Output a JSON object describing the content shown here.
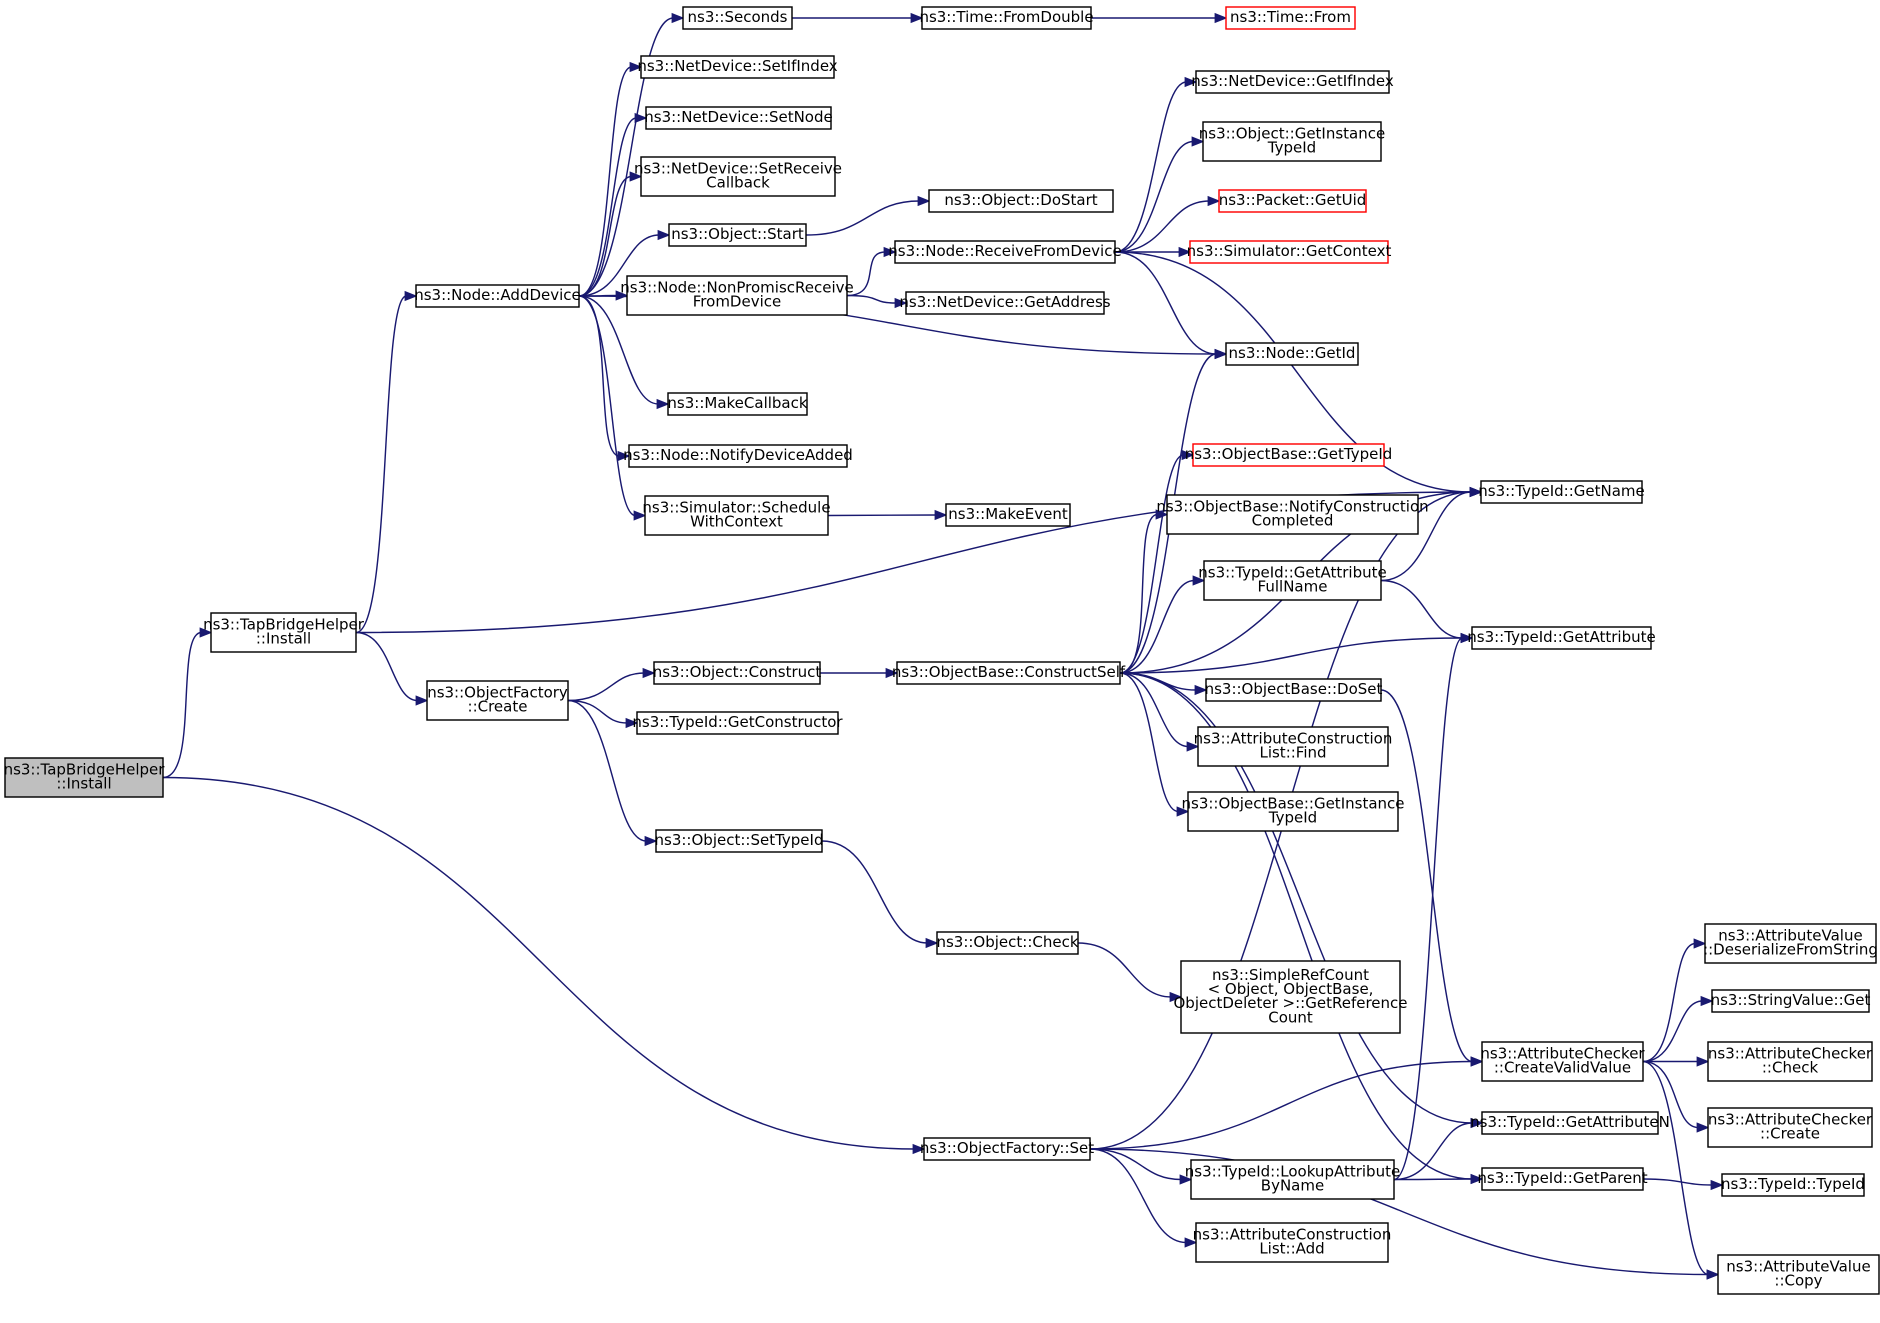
{
  "colors": {
    "edge": "#191970",
    "node_border": "#000000",
    "node_fill": "#ffffff",
    "root_fill": "#bfbfbf",
    "truncated_border": "#ff0000"
  },
  "nodes": [
    {
      "id": "n0",
      "lines": [
        "ns3::TapBridgeHelper",
        "::Install"
      ],
      "style": "root"
    },
    {
      "id": "n1",
      "lines": [
        "ns3::TapBridgeHelper",
        "::Install"
      ]
    },
    {
      "id": "n2",
      "lines": [
        "ns3::Node::AddDevice"
      ]
    },
    {
      "id": "n3",
      "lines": [
        "ns3::Seconds"
      ]
    },
    {
      "id": "n4",
      "lines": [
        "ns3::Time::FromDouble"
      ]
    },
    {
      "id": "n5",
      "lines": [
        "ns3::Time::From"
      ],
      "style": "truncated"
    },
    {
      "id": "n6",
      "lines": [
        "ns3::NetDevice::SetIfIndex"
      ]
    },
    {
      "id": "n7",
      "lines": [
        "ns3::NetDevice::SetNode"
      ]
    },
    {
      "id": "n8",
      "lines": [
        "ns3::NetDevice::SetReceive",
        "Callback"
      ]
    },
    {
      "id": "n9",
      "lines": [
        "ns3::Object::Start"
      ]
    },
    {
      "id": "n10",
      "lines": [
        "ns3::Object::DoStart"
      ]
    },
    {
      "id": "n11",
      "lines": [
        "ns3::Node::NonPromiscReceive",
        "FromDevice"
      ]
    },
    {
      "id": "n12",
      "lines": [
        "ns3::Node::ReceiveFromDevice"
      ]
    },
    {
      "id": "n13",
      "lines": [
        "ns3::NetDevice::GetIfIndex"
      ]
    },
    {
      "id": "n14",
      "lines": [
        "ns3::Object::GetInstance",
        "TypeId"
      ]
    },
    {
      "id": "n15",
      "lines": [
        "ns3::Packet::GetUid"
      ],
      "style": "truncated"
    },
    {
      "id": "n16",
      "lines": [
        "ns3::Simulator::GetContext"
      ],
      "style": "truncated"
    },
    {
      "id": "n17",
      "lines": [
        "ns3::NetDevice::GetAddress"
      ]
    },
    {
      "id": "n18",
      "lines": [
        "ns3::Node::GetId"
      ]
    },
    {
      "id": "n19",
      "lines": [
        "ns3::MakeCallback"
      ]
    },
    {
      "id": "n20",
      "lines": [
        "ns3::Node::NotifyDeviceAdded"
      ]
    },
    {
      "id": "n21",
      "lines": [
        "ns3::Simulator::Schedule",
        "WithContext"
      ]
    },
    {
      "id": "n22",
      "lines": [
        "ns3::MakeEvent"
      ]
    },
    {
      "id": "n23",
      "lines": [
        "ns3::ObjectBase::GetTypeId"
      ],
      "style": "truncated"
    },
    {
      "id": "n24",
      "lines": [
        "ns3::TypeId::GetName"
      ]
    },
    {
      "id": "n25",
      "lines": [
        "ns3::ObjectBase::NotifyConstruction",
        "Completed"
      ]
    },
    {
      "id": "n26",
      "lines": [
        "ns3::TypeId::GetAttribute",
        "FullName"
      ]
    },
    {
      "id": "n27",
      "lines": [
        "ns3::TypeId::GetAttribute"
      ]
    },
    {
      "id": "n28",
      "lines": [
        "ns3::ObjectFactory",
        "::Create"
      ]
    },
    {
      "id": "n29",
      "lines": [
        "ns3::Object::Construct"
      ]
    },
    {
      "id": "n30",
      "lines": [
        "ns3::ObjectBase::ConstructSelf"
      ]
    },
    {
      "id": "n31",
      "lines": [
        "ns3::TypeId::GetConstructor"
      ]
    },
    {
      "id": "n32",
      "lines": [
        "ns3::ObjectBase::DoSet"
      ]
    },
    {
      "id": "n33",
      "lines": [
        "ns3::AttributeConstruction",
        "List::Find"
      ]
    },
    {
      "id": "n34",
      "lines": [
        "ns3::ObjectBase::GetInstance",
        "TypeId"
      ]
    },
    {
      "id": "n35",
      "lines": [
        "ns3::Object::SetTypeId"
      ]
    },
    {
      "id": "n36",
      "lines": [
        "ns3::Object::Check"
      ]
    },
    {
      "id": "n37",
      "lines": [
        "ns3::SimpleRefCount",
        "< Object, ObjectBase,",
        "ObjectDeleter >::GetReference",
        "Count"
      ]
    },
    {
      "id": "n38",
      "lines": [
        "ns3::AttributeValue",
        "::DeserializeFromString"
      ]
    },
    {
      "id": "n39",
      "lines": [
        "ns3::StringValue::Get"
      ]
    },
    {
      "id": "n40",
      "lines": [
        "ns3::AttributeChecker",
        "::CreateValidValue"
      ]
    },
    {
      "id": "n41",
      "lines": [
        "ns3::AttributeChecker",
        "::Check"
      ]
    },
    {
      "id": "n42",
      "lines": [
        "ns3::AttributeChecker",
        "::Create"
      ]
    },
    {
      "id": "n43",
      "lines": [
        "ns3::TypeId::GetAttributeN"
      ]
    },
    {
      "id": "n44",
      "lines": [
        "ns3::ObjectFactory::Set"
      ]
    },
    {
      "id": "n45",
      "lines": [
        "ns3::TypeId::LookupAttribute",
        "ByName"
      ]
    },
    {
      "id": "n46",
      "lines": [
        "ns3::TypeId::GetParent"
      ]
    },
    {
      "id": "n47",
      "lines": [
        "ns3::TypeId::TypeId"
      ]
    },
    {
      "id": "n48",
      "lines": [
        "ns3::AttributeConstruction",
        "List::Add"
      ]
    },
    {
      "id": "n49",
      "lines": [
        "ns3::AttributeValue",
        "::Copy"
      ]
    }
  ],
  "edges": [
    [
      "n0",
      "n1"
    ],
    [
      "n0",
      "n44"
    ],
    [
      "n1",
      "n2"
    ],
    [
      "n1",
      "n24"
    ],
    [
      "n1",
      "n28"
    ],
    [
      "n2",
      "n3"
    ],
    [
      "n2",
      "n6"
    ],
    [
      "n2",
      "n7"
    ],
    [
      "n2",
      "n8"
    ],
    [
      "n2",
      "n9"
    ],
    [
      "n2",
      "n11"
    ],
    [
      "n2",
      "n18"
    ],
    [
      "n2",
      "n19"
    ],
    [
      "n2",
      "n20"
    ],
    [
      "n2",
      "n21"
    ],
    [
      "n3",
      "n4"
    ],
    [
      "n4",
      "n5"
    ],
    [
      "n9",
      "n10"
    ],
    [
      "n11",
      "n12"
    ],
    [
      "n11",
      "n17"
    ],
    [
      "n12",
      "n13"
    ],
    [
      "n12",
      "n14"
    ],
    [
      "n12",
      "n15"
    ],
    [
      "n12",
      "n16"
    ],
    [
      "n12",
      "n18"
    ],
    [
      "n12",
      "n24"
    ],
    [
      "n21",
      "n22"
    ],
    [
      "n28",
      "n29"
    ],
    [
      "n28",
      "n31"
    ],
    [
      "n28",
      "n35"
    ],
    [
      "n29",
      "n30"
    ],
    [
      "n30",
      "n18"
    ],
    [
      "n30",
      "n23"
    ],
    [
      "n30",
      "n24"
    ],
    [
      "n30",
      "n25"
    ],
    [
      "n30",
      "n26"
    ],
    [
      "n30",
      "n27"
    ],
    [
      "n30",
      "n32"
    ],
    [
      "n30",
      "n33"
    ],
    [
      "n30",
      "n34"
    ],
    [
      "n30",
      "n43"
    ],
    [
      "n30",
      "n46"
    ],
    [
      "n26",
      "n24"
    ],
    [
      "n26",
      "n27"
    ],
    [
      "n32",
      "n40"
    ],
    [
      "n35",
      "n36"
    ],
    [
      "n36",
      "n37"
    ],
    [
      "n40",
      "n38"
    ],
    [
      "n40",
      "n39"
    ],
    [
      "n40",
      "n41"
    ],
    [
      "n40",
      "n42"
    ],
    [
      "n40",
      "n49"
    ],
    [
      "n44",
      "n24"
    ],
    [
      "n44",
      "n40"
    ],
    [
      "n44",
      "n45"
    ],
    [
      "n44",
      "n48"
    ],
    [
      "n44",
      "n49"
    ],
    [
      "n45",
      "n27"
    ],
    [
      "n45",
      "n43"
    ],
    [
      "n45",
      "n46"
    ],
    [
      "n46",
      "n47"
    ]
  ]
}
